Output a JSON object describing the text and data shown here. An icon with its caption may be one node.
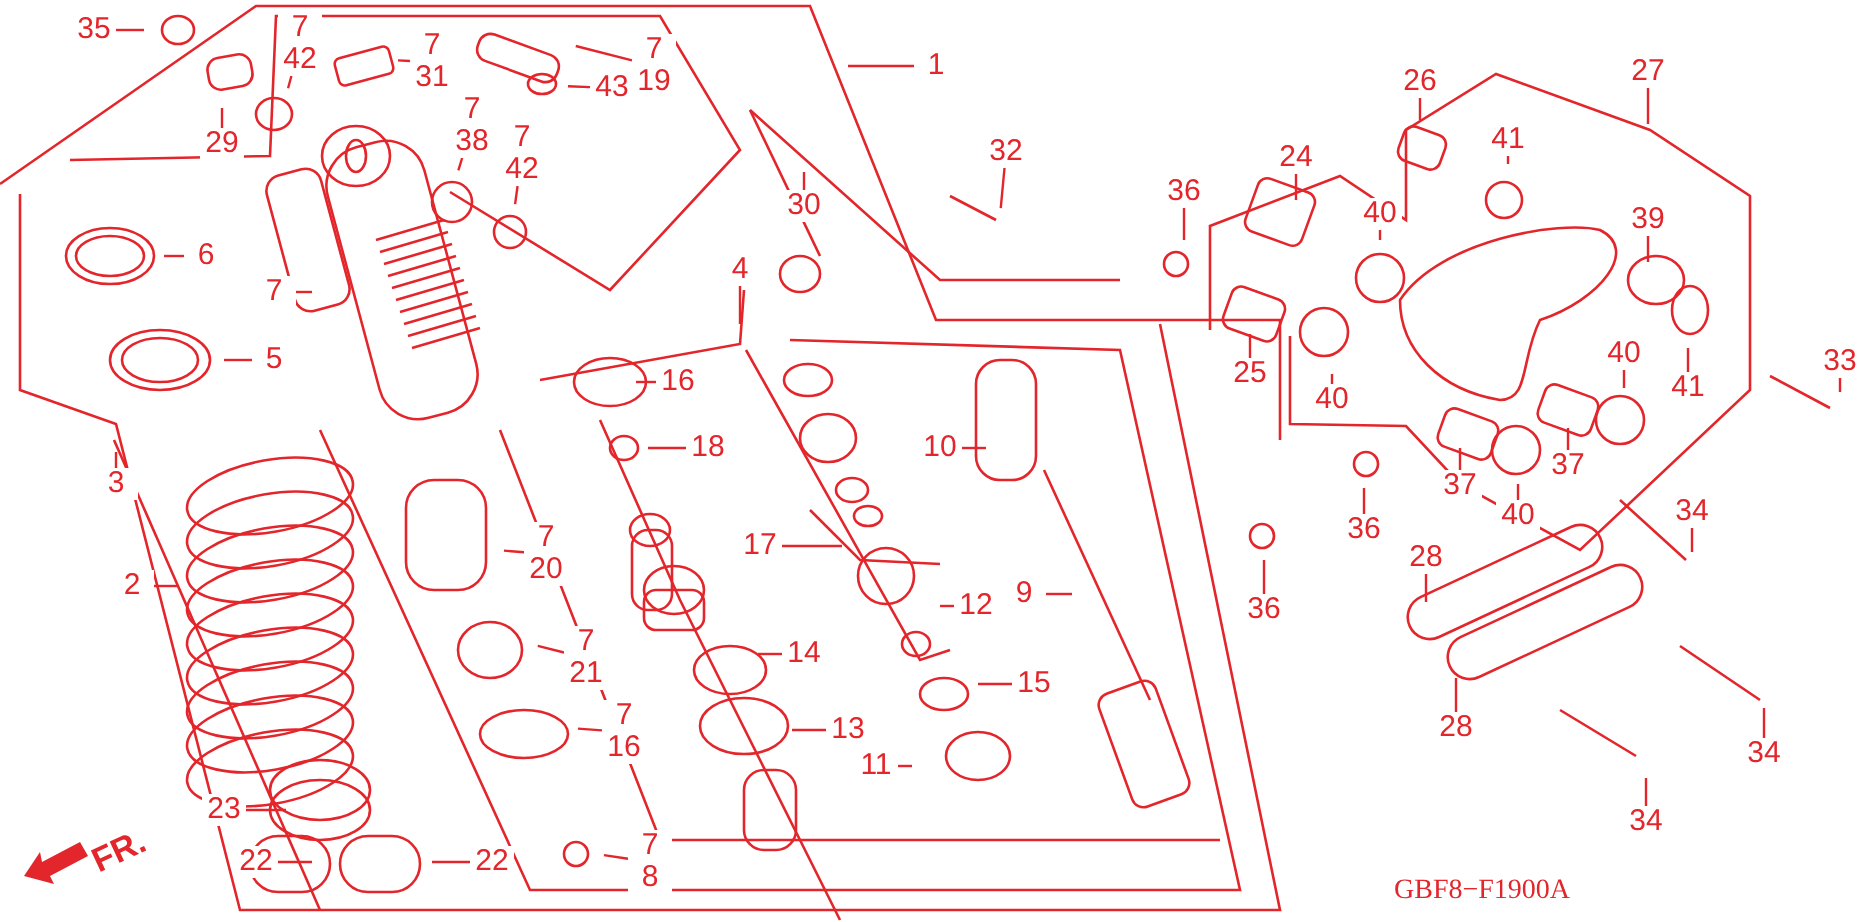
{
  "diagram": {
    "nodes": [
      {
        "text": [
          "35"
        ]
      },
      {
        "text": [
          "29"
        ]
      },
      {
        "text": [
          "7 42"
        ]
      },
      {
        "text": [
          "7 31"
        ]
      },
      {
        "text": [
          "7 19"
        ]
      },
      {
        "text": [
          "43"
        ]
      },
      {
        "text": [
          "30"
        ]
      },
      {
        "text": [
          "1"
        ]
      },
      {
        "text": [
          "32"
        ]
      },
      {
        "text": [
          "7 38"
        ]
      },
      {
        "text": [
          "7 42"
        ]
      },
      {
        "text": [
          "6"
        ]
      },
      {
        "text": [
          "7"
        ]
      },
      {
        "text": [
          "5"
        ]
      },
      {
        "text": [
          "16"
        ]
      },
      {
        "text": [
          "4"
        ]
      },
      {
        "text": [
          "3"
        ]
      },
      {
        "text": [
          "18"
        ]
      },
      {
        "text": [
          "10"
        ]
      },
      {
        "text": [
          "7 20"
        ]
      },
      {
        "text": [
          "2"
        ]
      },
      {
        "text": [
          "17"
        ]
      },
      {
        "text": [
          "9"
        ]
      },
      {
        "text": [
          "12"
        ]
      },
      {
        "text": [
          "7 21"
        ]
      },
      {
        "text": [
          "14"
        ]
      },
      {
        "text": [
          "15"
        ]
      },
      {
        "text": [
          "7 16"
        ]
      },
      {
        "text": [
          "13"
        ]
      },
      {
        "text": [
          "11"
        ]
      },
      {
        "text": [
          "23"
        ]
      },
      {
        "text": [
          "22"
        ]
      },
      {
        "text": [
          "22"
        ]
      },
      {
        "text": [
          "7 8"
        ]
      },
      {
        "text": [
          "26"
        ]
      },
      {
        "text": [
          "27"
        ]
      },
      {
        "text": [
          "24"
        ]
      },
      {
        "text": [
          "41"
        ]
      },
      {
        "text": [
          "36"
        ]
      },
      {
        "text": [
          "40"
        ]
      },
      {
        "text": [
          "39"
        ]
      },
      {
        "text": [
          "25"
        ]
      },
      {
        "text": [
          "40"
        ]
      },
      {
        "text": [
          "41"
        ]
      },
      {
        "text": [
          "33"
        ]
      },
      {
        "text": [
          "40"
        ]
      },
      {
        "text": [
          "37"
        ]
      },
      {
        "text": [
          "37"
        ]
      },
      {
        "text": [
          "40"
        ]
      },
      {
        "text": [
          "36"
        ]
      },
      {
        "text": [
          "34"
        ]
      },
      {
        "text": [
          "28"
        ]
      },
      {
        "text": [
          "36"
        ]
      },
      {
        "text": [
          "28"
        ]
      },
      {
        "text": [
          "34"
        ]
      },
      {
        "text": [
          "34"
        ]
      }
    ],
    "edges": [
      {
        "from": 0,
        "to": null,
        "arrow": "none"
      },
      {
        "from": 1,
        "to": null,
        "arrow": "none"
      },
      {
        "from": 2,
        "to": null,
        "arrow": "none"
      },
      {
        "from": 3,
        "to": null,
        "arrow": "none"
      },
      {
        "from": 4,
        "to": null,
        "arrow": "none"
      },
      {
        "from": 5,
        "to": null,
        "arrow": "none"
      },
      {
        "from": 6,
        "to": null,
        "arrow": "none"
      },
      {
        "from": 7,
        "to": null,
        "arrow": "none"
      },
      {
        "from": 8,
        "to": null,
        "arrow": "none"
      },
      {
        "from": 9,
        "to": null,
        "arrow": "none"
      },
      {
        "from": 10,
        "to": null,
        "arrow": "none"
      },
      {
        "from": 11,
        "to": null,
        "arrow": "none"
      },
      {
        "from": 12,
        "to": null,
        "arrow": "none"
      },
      {
        "from": 13,
        "to": null,
        "arrow": "none"
      },
      {
        "from": 14,
        "to": null,
        "arrow": "none"
      },
      {
        "from": 15,
        "to": null,
        "arrow": "none"
      },
      {
        "from": 16,
        "to": null,
        "arrow": "none"
      },
      {
        "from": 17,
        "to": null,
        "arrow": "none"
      },
      {
        "from": 18,
        "to": null,
        "arrow": "none"
      },
      {
        "from": 19,
        "to": null,
        "arrow": "none"
      },
      {
        "from": 20,
        "to": null,
        "arrow": "none"
      },
      {
        "from": 21,
        "to": null,
        "arrow": "none"
      },
      {
        "from": 22,
        "to": null,
        "arrow": "none"
      },
      {
        "from": 23,
        "to": null,
        "arrow": "none"
      },
      {
        "from": 24,
        "to": null,
        "arrow": "none"
      },
      {
        "from": 25,
        "to": null,
        "arrow": "none"
      },
      {
        "from": 26,
        "to": null,
        "arrow": "none"
      },
      {
        "from": 27,
        "to": null,
        "arrow": "none"
      },
      {
        "from": 28,
        "to": null,
        "arrow": "none"
      },
      {
        "from": 29,
        "to": null,
        "arrow": "none"
      },
      {
        "from": 30,
        "to": null,
        "arrow": "none"
      },
      {
        "from": 31,
        "to": null,
        "arrow": "none"
      },
      {
        "from": 32,
        "to": null,
        "arrow": "none"
      },
      {
        "from": 33,
        "to": null,
        "arrow": "none"
      },
      {
        "from": 34,
        "to": null,
        "arrow": "none"
      },
      {
        "from": 35,
        "to": null,
        "arrow": "none"
      },
      {
        "from": 36,
        "to": null,
        "arrow": "none"
      },
      {
        "from": 37,
        "to": null,
        "arrow": "none"
      },
      {
        "from": 38,
        "to": null,
        "arrow": "none"
      },
      {
        "from": 39,
        "to": null,
        "arrow": "none"
      },
      {
        "from": 40,
        "to": null,
        "arrow": "none"
      },
      {
        "from": 41,
        "to": null,
        "arrow": "none"
      },
      {
        "from": 42,
        "to": null,
        "arrow": "none"
      },
      {
        "from": 43,
        "to": null,
        "arrow": "none"
      },
      {
        "from": 44,
        "to": null,
        "arrow": "none"
      },
      {
        "from": 45,
        "to": null,
        "arrow": "none"
      },
      {
        "from": 46,
        "to": null,
        "arrow": "none"
      },
      {
        "from": 47,
        "to": null,
        "arrow": "none"
      },
      {
        "from": 48,
        "to": null,
        "arrow": "none"
      },
      {
        "from": 49,
        "to": null,
        "arrow": "none"
      },
      {
        "from": 50,
        "to": null,
        "arrow": "none"
      },
      {
        "from": 51,
        "to": null,
        "arrow": "none"
      },
      {
        "from": 52,
        "to": null,
        "arrow": "none"
      },
      {
        "from": 53,
        "to": null,
        "arrow": "none"
      },
      {
        "from": 54,
        "to": null,
        "arrow": "none"
      },
      {
        "from": 55,
        "to": null,
        "arrow": "none"
      }
    ],
    "labels": [
      "FR.",
      "GBF8−F1900A"
    ]
  }
}
